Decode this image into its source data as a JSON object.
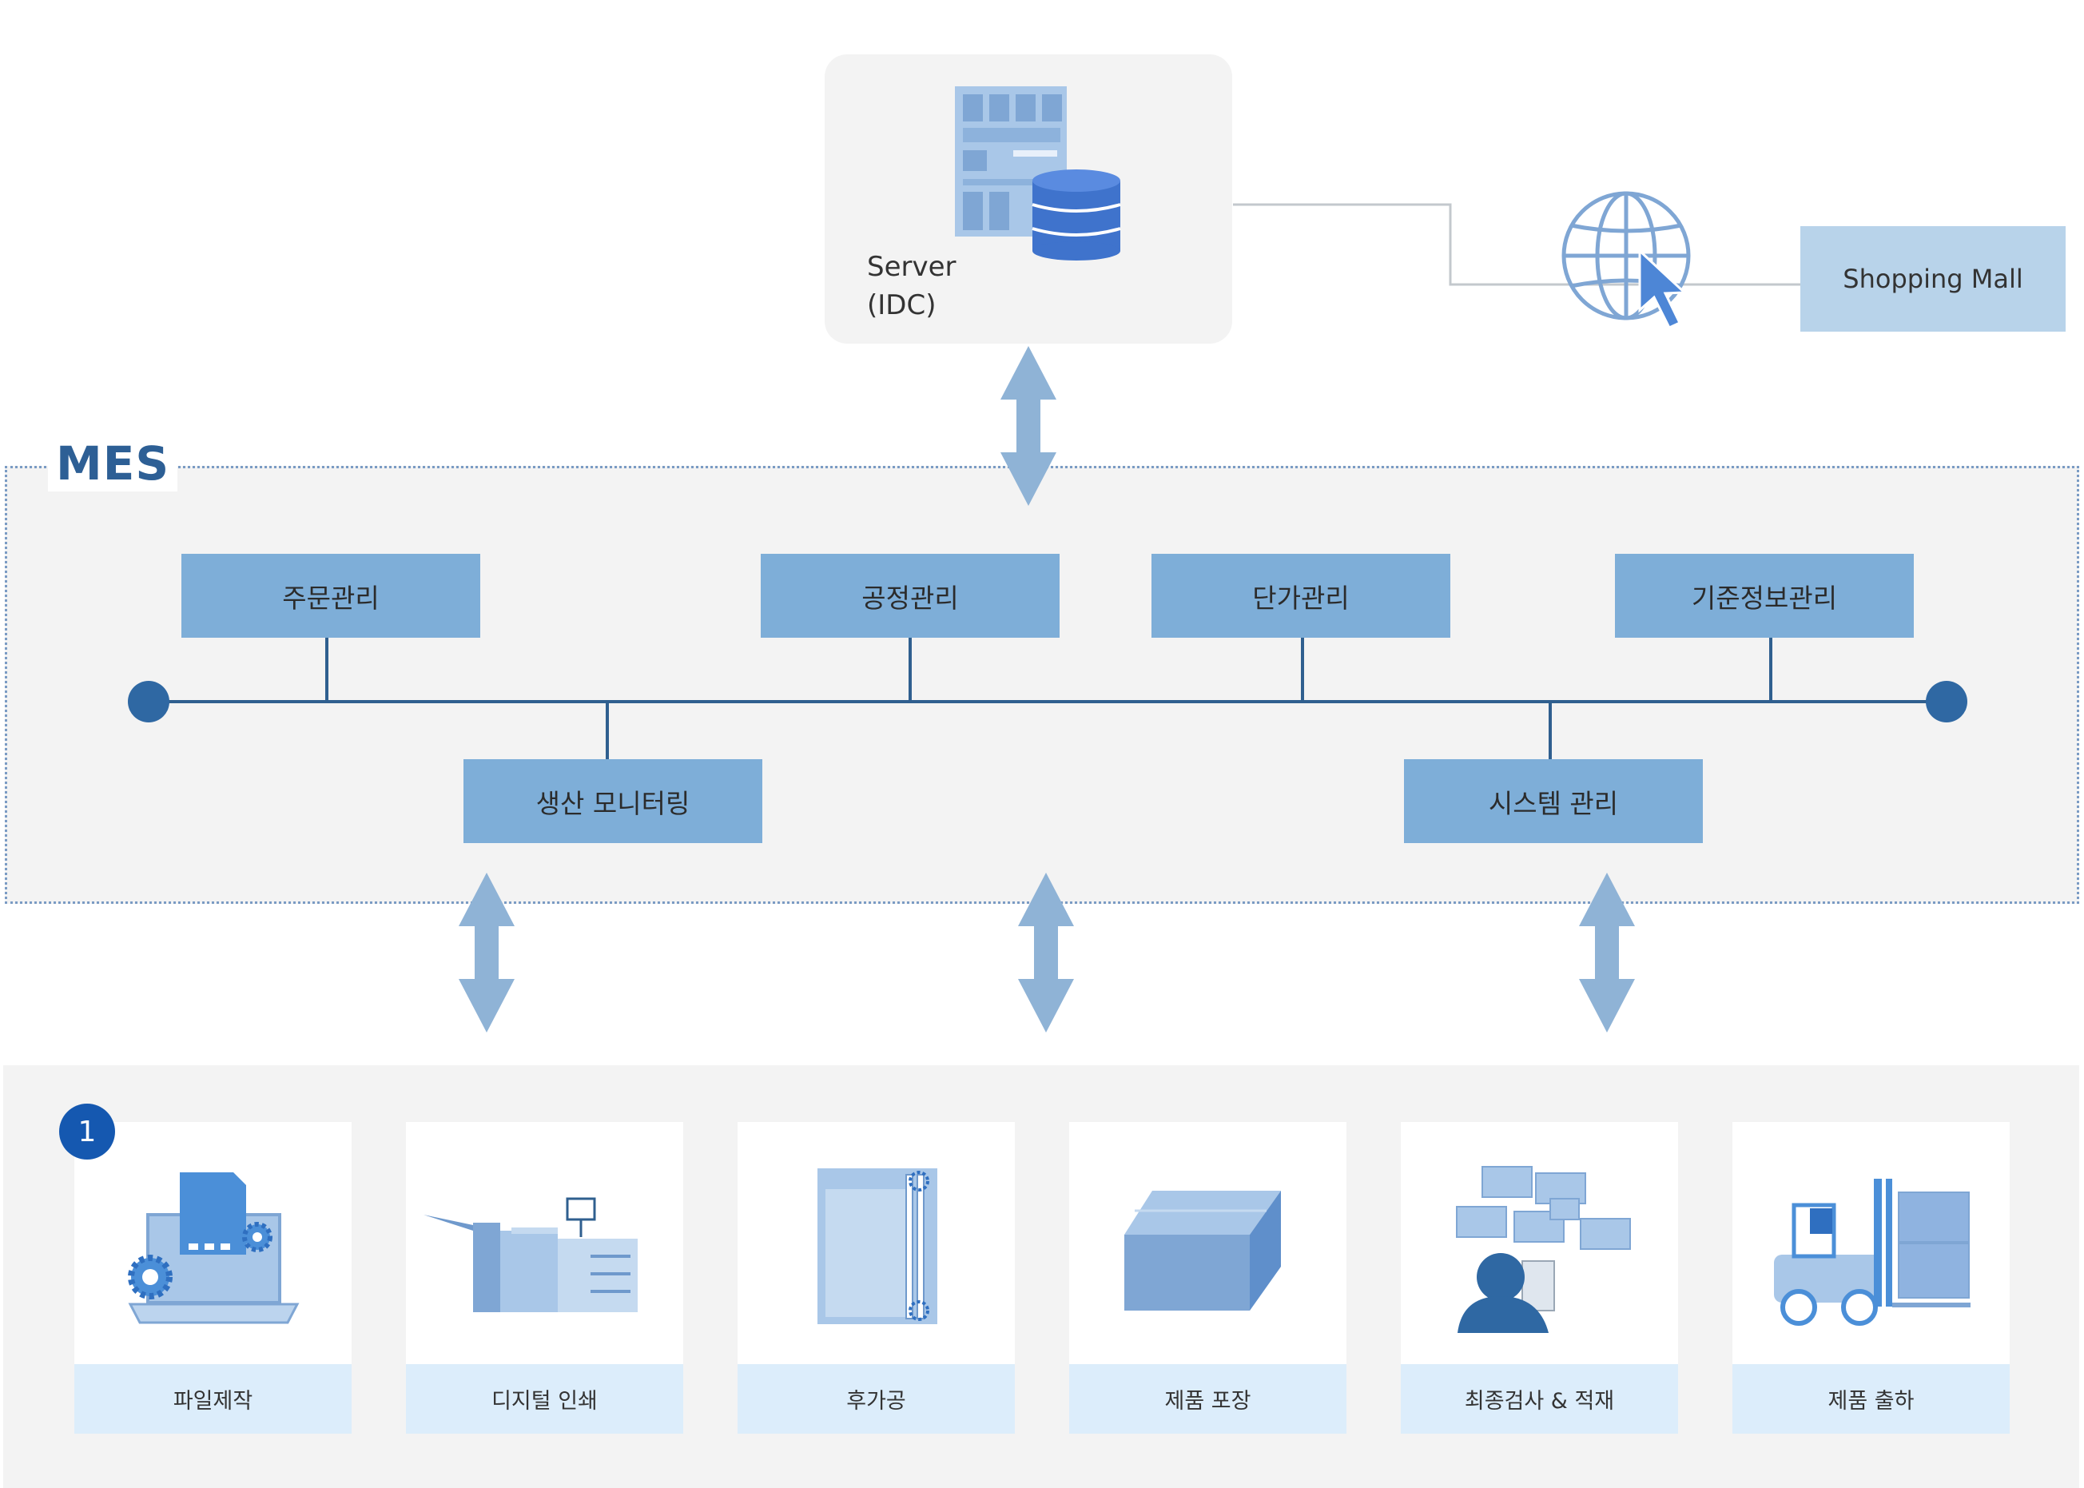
{
  "server": {
    "label_line1": "Server",
    "label_line2": "(IDC)"
  },
  "shopping_mall": {
    "label": "Shopping Mall"
  },
  "mes": {
    "title": "MES",
    "modules_top": [
      {
        "label": "주문관리"
      },
      {
        "label": "공정관리"
      },
      {
        "label": "단가관리"
      },
      {
        "label": "기준정보관리"
      }
    ],
    "modules_bottom": [
      {
        "label": "생산 모니터링"
      },
      {
        "label": "시스템 관리"
      }
    ]
  },
  "process": {
    "badge": "1",
    "steps": [
      {
        "label": "파일제작",
        "icon": "file-production-icon"
      },
      {
        "label": "디지털 인쇄",
        "icon": "digital-printer-icon"
      },
      {
        "label": "후가공",
        "icon": "post-processing-icon"
      },
      {
        "label": "제품 포장",
        "icon": "product-box-icon"
      },
      {
        "label": "최종검사 & 적재",
        "icon": "inspection-loading-icon"
      },
      {
        "label": "제품 출하",
        "icon": "forklift-icon"
      }
    ]
  },
  "colors": {
    "module": "#7eaed8",
    "bus_line": "#2f5f8f",
    "arrow": "#8fb3d6",
    "panel": "#f3f3f3",
    "card_label": "#dcedfb",
    "badge": "#1558b0"
  }
}
